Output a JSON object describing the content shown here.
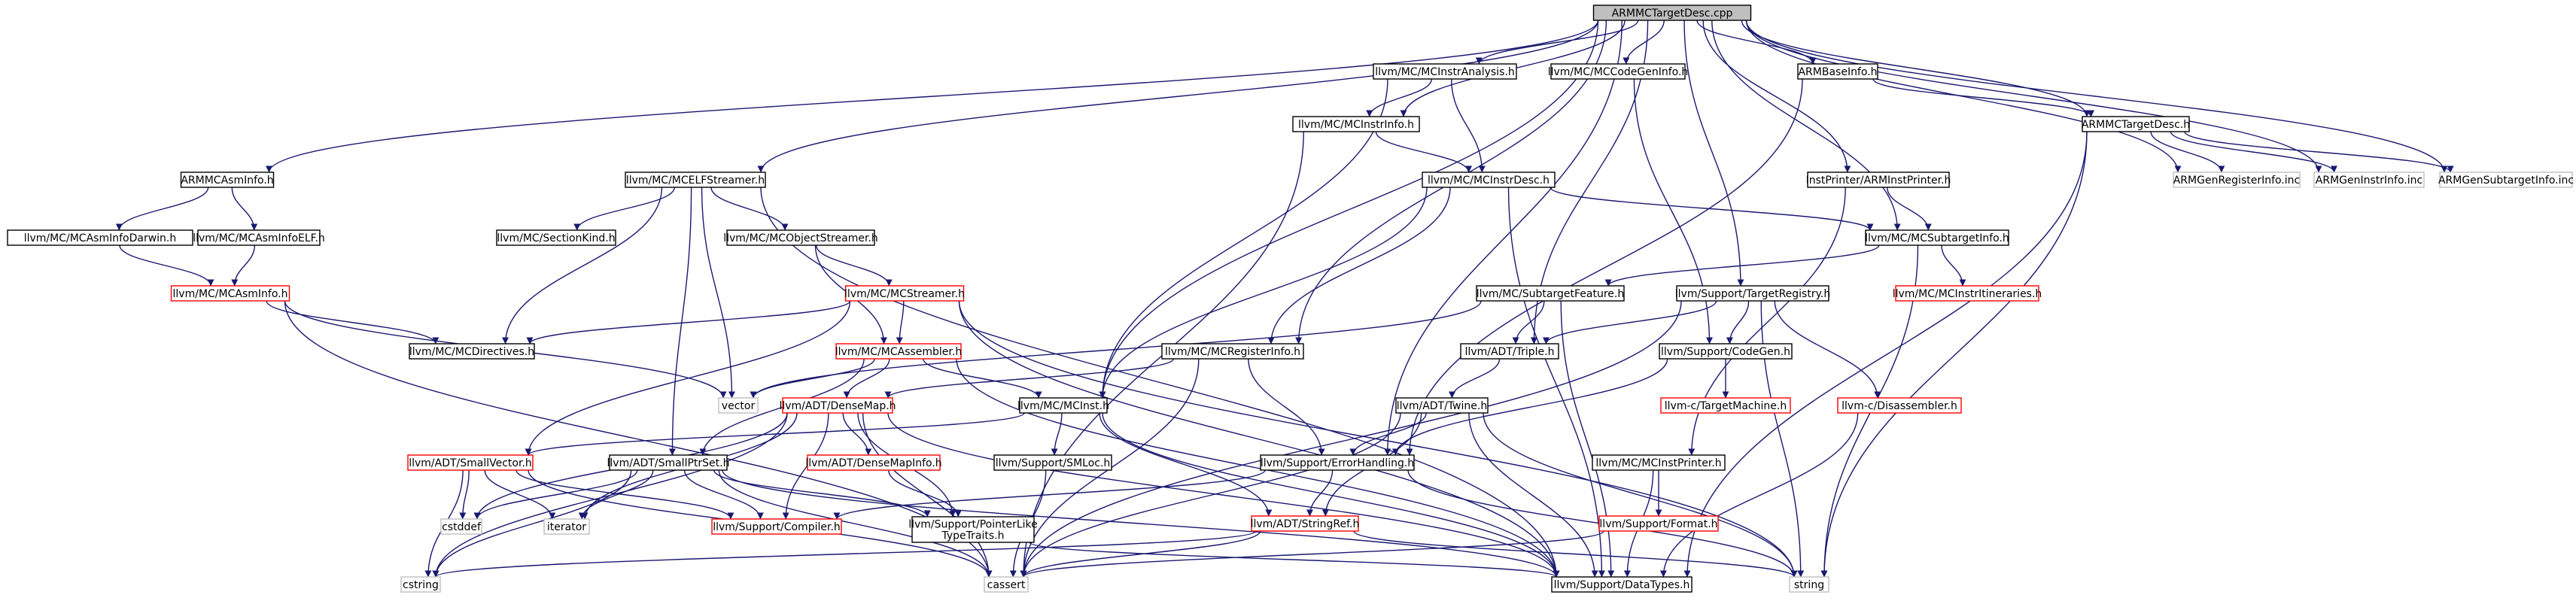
{
  "colors": {
    "edge": "#191970",
    "border_default": "#000000",
    "border_incomplete": "#ff0000",
    "border_missing": "#bfbfbf",
    "fill_root": "#bfbfbf",
    "fill_default": "#ffffff"
  },
  "nodes": [
    {
      "id": "root",
      "label": "ARMMCTargetDesc.cpp",
      "kind": "root"
    },
    {
      "id": "instranalysis",
      "label": "llvm/MC/MCInstrAnalysis.h",
      "kind": "normal"
    },
    {
      "id": "codegeninfo",
      "label": "llvm/MC/MCCodeGenInfo.h",
      "kind": "normal"
    },
    {
      "id": "armbaseinfo",
      "label": "ARMBaseInfo.h",
      "kind": "normal"
    },
    {
      "id": "mcinstrinfo",
      "label": "llvm/MC/MCInstrInfo.h",
      "kind": "normal"
    },
    {
      "id": "armmctargetdesc",
      "label": "ARMMCTargetDesc.h",
      "kind": "normal"
    },
    {
      "id": "armmcasminfo",
      "label": "ARMMCAsmInfo.h",
      "kind": "normal"
    },
    {
      "id": "mcelfstreamer",
      "label": "llvm/MC/MCELFStreamer.h",
      "kind": "normal"
    },
    {
      "id": "mcinstrdesc",
      "label": "llvm/MC/MCInstrDesc.h",
      "kind": "normal"
    },
    {
      "id": "instprinter",
      "label": "InstPrinter/ARMInstPrinter.h",
      "kind": "normal"
    },
    {
      "id": "genreginfo",
      "label": "ARMGenRegisterInfo.inc",
      "kind": "missing"
    },
    {
      "id": "geninstrinfo",
      "label": "ARMGenInstrInfo.inc",
      "kind": "missing"
    },
    {
      "id": "gensubtarget",
      "label": "ARMGenSubtargetInfo.inc",
      "kind": "missing"
    },
    {
      "id": "asminfodarwin",
      "label": "llvm/MC/MCAsmInfoDarwin.h",
      "kind": "normal"
    },
    {
      "id": "asminfoelf",
      "label": "llvm/MC/MCAsmInfoELF.h",
      "kind": "normal"
    },
    {
      "id": "sectionkind",
      "label": "llvm/MC/SectionKind.h",
      "kind": "normal"
    },
    {
      "id": "objectstreamer",
      "label": "llvm/MC/MCObjectStreamer.h",
      "kind": "normal"
    },
    {
      "id": "subtargetinfo",
      "label": "llvm/MC/MCSubtargetInfo.h",
      "kind": "normal"
    },
    {
      "id": "mcasminfo",
      "label": "llvm/MC/MCAsmInfo.h",
      "kind": "incomplete"
    },
    {
      "id": "mcstreamer",
      "label": "llvm/MC/MCStreamer.h",
      "kind": "incomplete"
    },
    {
      "id": "subtargetfeature",
      "label": "llvm/MC/SubtargetFeature.h",
      "kind": "normal"
    },
    {
      "id": "targetregistry",
      "label": "llvm/Support/TargetRegistry.h",
      "kind": "normal"
    },
    {
      "id": "instritineraries",
      "label": "llvm/MC/MCInstrItineraries.h",
      "kind": "incomplete"
    },
    {
      "id": "mcdirectives",
      "label": "llvm/MC/MCDirectives.h",
      "kind": "normal"
    },
    {
      "id": "mcassembler",
      "label": "llvm/MC/MCAssembler.h",
      "kind": "incomplete"
    },
    {
      "id": "mcregisterinfo",
      "label": "llvm/MC/MCRegisterInfo.h",
      "kind": "normal"
    },
    {
      "id": "triple",
      "label": "llvm/ADT/Triple.h",
      "kind": "normal"
    },
    {
      "id": "supportcodegen",
      "label": "llvm/Support/CodeGen.h",
      "kind": "normal"
    },
    {
      "id": "vector",
      "label": "vector",
      "kind": "missing"
    },
    {
      "id": "densemap",
      "label": "llvm/ADT/DenseMap.h",
      "kind": "incomplete"
    },
    {
      "id": "mcinst",
      "label": "llvm/MC/MCInst.h",
      "kind": "normal"
    },
    {
      "id": "twine",
      "label": "llvm/ADT/Twine.h",
      "kind": "normal"
    },
    {
      "id": "ctargetmachine",
      "label": "llvm-c/TargetMachine.h",
      "kind": "incomplete"
    },
    {
      "id": "cdisassembler",
      "label": "llvm-c/Disassembler.h",
      "kind": "incomplete"
    },
    {
      "id": "smallvector",
      "label": "llvm/ADT/SmallVector.h",
      "kind": "incomplete"
    },
    {
      "id": "smallptrset",
      "label": "llvm/ADT/SmallPtrSet.h",
      "kind": "normal"
    },
    {
      "id": "densemapinfo",
      "label": "llvm/ADT/DenseMapInfo.h",
      "kind": "incomplete"
    },
    {
      "id": "smloc",
      "label": "llvm/Support/SMLoc.h",
      "kind": "normal"
    },
    {
      "id": "errorhandling",
      "label": "llvm/Support/ErrorHandling.h",
      "kind": "normal"
    },
    {
      "id": "mcinstprinter",
      "label": "llvm/MC/MCInstPrinter.h",
      "kind": "normal"
    },
    {
      "id": "cstddef",
      "label": "cstddef",
      "kind": "missing"
    },
    {
      "id": "iterator",
      "label": "iterator",
      "kind": "missing"
    },
    {
      "id": "compiler",
      "label": "llvm/Support/Compiler.h",
      "kind": "incomplete"
    },
    {
      "id": "pointerlike",
      "label": "llvm/Support/PointerLike\nTypeTraits.h",
      "kind": "normal"
    },
    {
      "id": "stringref",
      "label": "llvm/ADT/StringRef.h",
      "kind": "incomplete"
    },
    {
      "id": "format",
      "label": "llvm/Support/Format.h",
      "kind": "incomplete"
    },
    {
      "id": "cstring",
      "label": "cstring",
      "kind": "missing"
    },
    {
      "id": "cassert",
      "label": "cassert",
      "kind": "missing"
    },
    {
      "id": "datatypes",
      "label": "llvm/Support/DataTypes.h",
      "kind": "normal"
    },
    {
      "id": "string",
      "label": "string",
      "kind": "missing"
    }
  ],
  "edges": [
    [
      "root",
      "instranalysis"
    ],
    [
      "root",
      "codegeninfo"
    ],
    [
      "root",
      "armbaseinfo"
    ],
    [
      "root",
      "mcinstrinfo"
    ],
    [
      "root",
      "armmctargetdesc"
    ],
    [
      "root",
      "armmcasminfo"
    ],
    [
      "root",
      "mcelfstreamer"
    ],
    [
      "root",
      "instprinter"
    ],
    [
      "root",
      "genreginfo"
    ],
    [
      "root",
      "geninstrinfo"
    ],
    [
      "root",
      "gensubtarget"
    ],
    [
      "root",
      "subtargetinfo"
    ],
    [
      "root",
      "targetregistry"
    ],
    [
      "root",
      "mcregisterinfo"
    ],
    [
      "root",
      "triple"
    ],
    [
      "root",
      "mcinst"
    ],
    [
      "root",
      "errorhandling"
    ],
    [
      "instranalysis",
      "mcinstrinfo"
    ],
    [
      "instranalysis",
      "mcinstrdesc"
    ],
    [
      "instranalysis",
      "mcinst"
    ],
    [
      "codegeninfo",
      "supportcodegen"
    ],
    [
      "armbaseinfo",
      "armmctargetdesc"
    ],
    [
      "armbaseinfo",
      "errorhandling"
    ],
    [
      "mcinstrinfo",
      "mcinstrdesc"
    ],
    [
      "mcinstrinfo",
      "cassert"
    ],
    [
      "armmctargetdesc",
      "genreginfo"
    ],
    [
      "armmctargetdesc",
      "geninstrinfo"
    ],
    [
      "armmctargetdesc",
      "gensubtarget"
    ],
    [
      "armmctargetdesc",
      "datatypes"
    ],
    [
      "armmctargetdesc",
      "string"
    ],
    [
      "armmcasminfo",
      "asminfodarwin"
    ],
    [
      "armmcasminfo",
      "asminfoelf"
    ],
    [
      "mcelfstreamer",
      "sectionkind"
    ],
    [
      "mcelfstreamer",
      "objectstreamer"
    ],
    [
      "mcelfstreamer",
      "mcdirectives"
    ],
    [
      "mcelfstreamer",
      "smallptrset"
    ],
    [
      "mcelfstreamer",
      "vector"
    ],
    [
      "mcelfstreamer",
      "datatypes"
    ],
    [
      "mcinstrdesc",
      "subtargetinfo"
    ],
    [
      "mcinstrdesc",
      "mcregisterinfo"
    ],
    [
      "mcinstrdesc",
      "mcinst"
    ],
    [
      "mcinstrdesc",
      "datatypes"
    ],
    [
      "instprinter",
      "subtargetinfo"
    ],
    [
      "instprinter",
      "mcinstprinter"
    ],
    [
      "asminfodarwin",
      "mcasminfo"
    ],
    [
      "asminfoelf",
      "mcasminfo"
    ],
    [
      "objectstreamer",
      "mcstreamer"
    ],
    [
      "objectstreamer",
      "mcassembler"
    ],
    [
      "subtargetinfo",
      "subtargetfeature"
    ],
    [
      "subtargetinfo",
      "instritineraries"
    ],
    [
      "subtargetinfo",
      "string"
    ],
    [
      "mcasminfo",
      "mcdirectives"
    ],
    [
      "mcasminfo",
      "vector"
    ],
    [
      "mcasminfo",
      "cassert"
    ],
    [
      "mcstreamer",
      "mcdirectives"
    ],
    [
      "mcstreamer",
      "mcassembler"
    ],
    [
      "mcstreamer",
      "smallvector"
    ],
    [
      "mcstreamer",
      "datatypes"
    ],
    [
      "mcstreamer",
      "string"
    ],
    [
      "subtargetfeature",
      "triple"
    ],
    [
      "subtargetfeature",
      "vector"
    ],
    [
      "subtargetfeature",
      "datatypes"
    ],
    [
      "targetregistry",
      "triple"
    ],
    [
      "targetregistry",
      "supportcodegen"
    ],
    [
      "targetregistry",
      "cdisassembler"
    ],
    [
      "targetregistry",
      "cassert"
    ],
    [
      "targetregistry",
      "string"
    ],
    [
      "mcassembler",
      "densemap"
    ],
    [
      "mcassembler",
      "mcinst"
    ],
    [
      "mcassembler",
      "vector"
    ],
    [
      "mcassembler",
      "smallptrset"
    ],
    [
      "mcassembler",
      "datatypes"
    ],
    [
      "mcregisterinfo",
      "densemap"
    ],
    [
      "mcregisterinfo",
      "errorhandling"
    ],
    [
      "mcregisterinfo",
      "cassert"
    ],
    [
      "triple",
      "twine"
    ],
    [
      "supportcodegen",
      "ctargetmachine"
    ],
    [
      "supportcodegen",
      "errorhandling"
    ],
    [
      "densemap",
      "densemapinfo"
    ],
    [
      "densemap",
      "compiler"
    ],
    [
      "densemap",
      "pointerlike"
    ],
    [
      "densemap",
      "iterator"
    ],
    [
      "densemap",
      "cstddef"
    ],
    [
      "densemap",
      "cstring"
    ],
    [
      "densemap",
      "cassert"
    ],
    [
      "densemap",
      "datatypes"
    ],
    [
      "mcinst",
      "smloc"
    ],
    [
      "mcinst",
      "stringref"
    ],
    [
      "mcinst",
      "smallvector"
    ],
    [
      "mcinst",
      "datatypes"
    ],
    [
      "twine",
      "errorhandling"
    ],
    [
      "twine",
      "stringref"
    ],
    [
      "twine",
      "cassert"
    ],
    [
      "twine",
      "datatypes"
    ],
    [
      "twine",
      "string"
    ],
    [
      "cdisassembler",
      "datatypes"
    ],
    [
      "smallvector",
      "compiler"
    ],
    [
      "smallvector",
      "cstddef"
    ],
    [
      "smallvector",
      "iterator"
    ],
    [
      "smallvector",
      "cstring"
    ],
    [
      "smallvector",
      "cassert"
    ],
    [
      "smallptrset",
      "compiler"
    ],
    [
      "smallptrset",
      "pointerlike"
    ],
    [
      "smallptrset",
      "iterator"
    ],
    [
      "smallptrset",
      "cstddef"
    ],
    [
      "smallptrset",
      "cstring"
    ],
    [
      "smallptrset",
      "cassert"
    ],
    [
      "smallptrset",
      "datatypes"
    ],
    [
      "densemapinfo",
      "pointerlike"
    ],
    [
      "smloc",
      "cassert"
    ],
    [
      "errorhandling",
      "compiler"
    ],
    [
      "errorhandling",
      "stringref"
    ],
    [
      "errorhandling",
      "string"
    ],
    [
      "mcinstprinter",
      "format"
    ],
    [
      "mcinstprinter",
      "datatypes"
    ],
    [
      "pointerlike",
      "datatypes"
    ],
    [
      "stringref",
      "cstring"
    ],
    [
      "stringref",
      "cassert"
    ],
    [
      "stringref",
      "string"
    ],
    [
      "format",
      "cassert"
    ]
  ]
}
